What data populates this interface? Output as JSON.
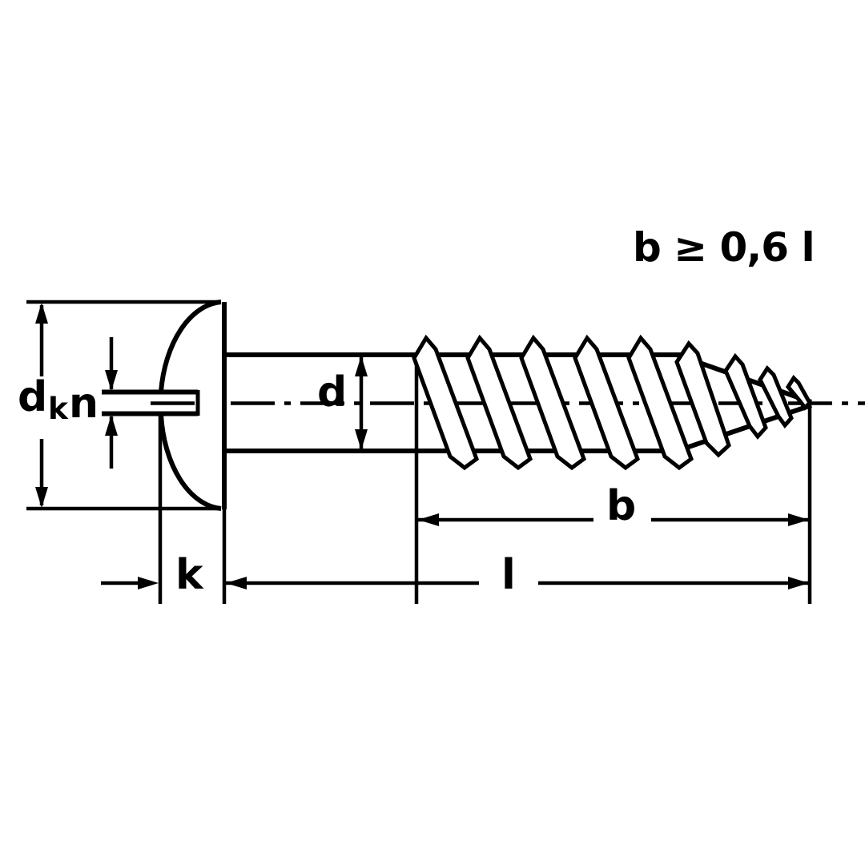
{
  "figure": {
    "type": "technical-drawing",
    "formula": "b ≥ 0,6 l",
    "labels": {
      "head_diameter": {
        "main": "d",
        "sub": "k"
      },
      "slot_width": "n",
      "shank_diameter": "d",
      "head_height": "k",
      "thread_length": "b",
      "total_length": "l"
    },
    "colors": {
      "line": "#000000",
      "background": "#ffffff"
    }
  }
}
